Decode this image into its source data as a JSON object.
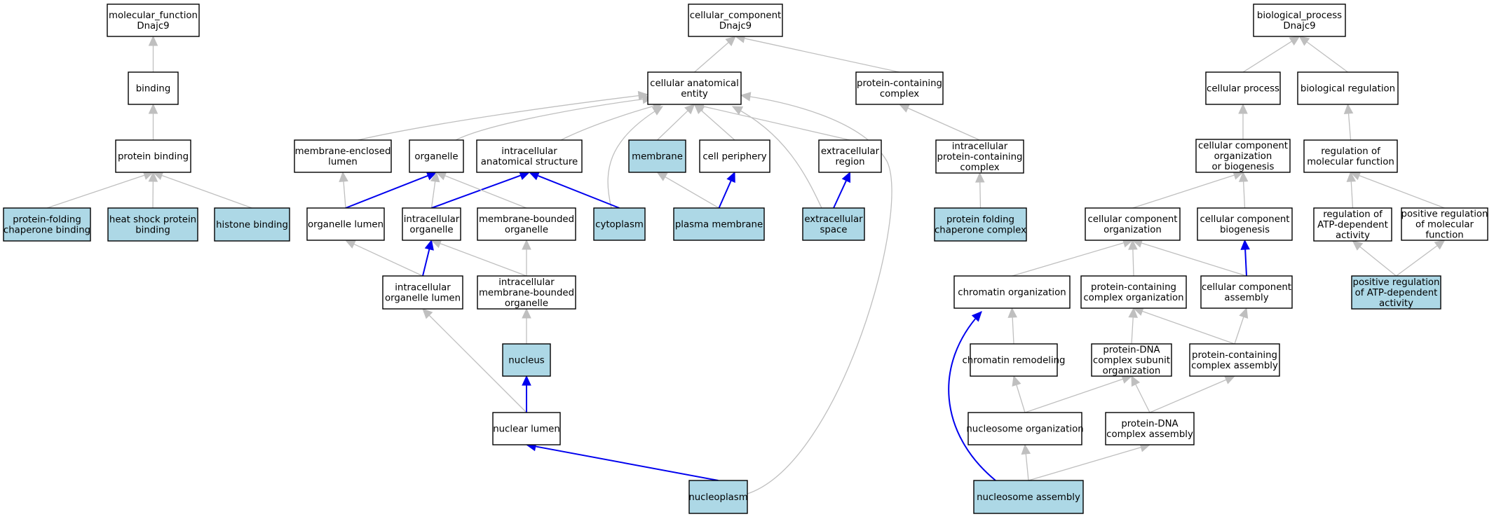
{
  "colors": {
    "annotated_fill": "#add8e6",
    "plain_fill": "#ffffff",
    "is_a_edge": "#bfbfbf",
    "part_of_edge": "#0000ee"
  },
  "nodes": {
    "mf_root": {
      "lines": [
        "molecular_function",
        "Dnajc9"
      ],
      "annotated": false
    },
    "binding": {
      "lines": [
        "binding"
      ],
      "annotated": false
    },
    "protein_binding": {
      "lines": [
        "protein binding"
      ],
      "annotated": false
    },
    "pf_chap_binding": {
      "lines": [
        "protein-folding",
        "chaperone binding"
      ],
      "annotated": true
    },
    "hsp_binding": {
      "lines": [
        "heat shock protein",
        "binding"
      ],
      "annotated": true
    },
    "histone_binding": {
      "lines": [
        "histone binding"
      ],
      "annotated": true
    },
    "cc_root": {
      "lines": [
        "cellular_component",
        "Dnajc9"
      ],
      "annotated": false
    },
    "cae": {
      "lines": [
        "cellular anatomical",
        "entity"
      ],
      "annotated": false
    },
    "pcc": {
      "lines": [
        "protein-containing",
        "complex"
      ],
      "annotated": false
    },
    "mel": {
      "lines": [
        "membrane-enclosed",
        "lumen"
      ],
      "annotated": false
    },
    "organelle": {
      "lines": [
        "organelle"
      ],
      "annotated": false
    },
    "ias": {
      "lines": [
        "intracellular",
        "anatomical structure"
      ],
      "annotated": false
    },
    "membrane": {
      "lines": [
        "membrane"
      ],
      "annotated": true
    },
    "cell_periphery": {
      "lines": [
        "cell periphery"
      ],
      "annotated": false
    },
    "ext_region": {
      "lines": [
        "extracellular",
        "region"
      ],
      "annotated": false
    },
    "ipcc": {
      "lines": [
        "intracellular",
        "protein-containing",
        "complex"
      ],
      "annotated": false
    },
    "org_lumen": {
      "lines": [
        "organelle lumen"
      ],
      "annotated": false
    },
    "intra_org": {
      "lines": [
        "intracellular",
        "organelle"
      ],
      "annotated": false
    },
    "mbo": {
      "lines": [
        "membrane-bounded",
        "organelle"
      ],
      "annotated": false
    },
    "cytoplasm": {
      "lines": [
        "cytoplasm"
      ],
      "annotated": true
    },
    "plasma_membrane": {
      "lines": [
        "plasma membrane"
      ],
      "annotated": true
    },
    "ext_space": {
      "lines": [
        "extracellular",
        "space"
      ],
      "annotated": true
    },
    "pf_chap_complex": {
      "lines": [
        "protein folding",
        "chaperone complex"
      ],
      "annotated": true
    },
    "iol": {
      "lines": [
        "intracellular",
        "organelle lumen"
      ],
      "annotated": false
    },
    "imbo": {
      "lines": [
        "intracellular",
        "membrane-bounded",
        "organelle"
      ],
      "annotated": false
    },
    "nucleus": {
      "lines": [
        "nucleus"
      ],
      "annotated": true
    },
    "nuclear_lumen": {
      "lines": [
        "nuclear lumen"
      ],
      "annotated": false
    },
    "nucleoplasm": {
      "lines": [
        "nucleoplasm"
      ],
      "annotated": true
    },
    "bp_root": {
      "lines": [
        "biological_process",
        "Dnajc9"
      ],
      "annotated": false
    },
    "cell_process": {
      "lines": [
        "cellular process"
      ],
      "annotated": false
    },
    "bio_reg": {
      "lines": [
        "biological regulation"
      ],
      "annotated": false
    },
    "ccob": {
      "lines": [
        "cellular component",
        "organization",
        "or biogenesis"
      ],
      "annotated": false
    },
    "reg_mf": {
      "lines": [
        "regulation of",
        "molecular function"
      ],
      "annotated": false
    },
    "cco": {
      "lines": [
        "cellular component",
        "organization"
      ],
      "annotated": false
    },
    "ccb": {
      "lines": [
        "cellular component",
        "biogenesis"
      ],
      "annotated": false
    },
    "reg_atp": {
      "lines": [
        "regulation of",
        "ATP-dependent",
        "activity"
      ],
      "annotated": false
    },
    "pos_reg_mf": {
      "lines": [
        "positive regulation",
        "of molecular",
        "function"
      ],
      "annotated": false
    },
    "chromatin_org": {
      "lines": [
        "chromatin organization"
      ],
      "annotated": false
    },
    "pcc_org": {
      "lines": [
        "protein-containing",
        "complex organization"
      ],
      "annotated": false
    },
    "cca": {
      "lines": [
        "cellular component",
        "assembly"
      ],
      "annotated": false
    },
    "pos_reg_atp": {
      "lines": [
        "positive regulation",
        "of ATP-dependent",
        "activity"
      ],
      "annotated": true
    },
    "chromatin_rem": {
      "lines": [
        "chromatin remodeling"
      ],
      "annotated": false
    },
    "pdna_sub_org": {
      "lines": [
        "protein-DNA",
        "complex subunit",
        "organization"
      ],
      "annotated": false
    },
    "pcc_assembly": {
      "lines": [
        "protein-containing",
        "complex assembly"
      ],
      "annotated": false
    },
    "nucleosome_org": {
      "lines": [
        "nucleosome organization"
      ],
      "annotated": false
    },
    "pdna_assembly": {
      "lines": [
        "protein-DNA",
        "complex assembly"
      ],
      "annotated": false
    },
    "nucleosome_asm": {
      "lines": [
        "nucleosome assembly"
      ],
      "annotated": true
    }
  },
  "edges": [
    {
      "from": "binding",
      "to": "mf_root",
      "type": "is_a"
    },
    {
      "from": "protein_binding",
      "to": "binding",
      "type": "is_a"
    },
    {
      "from": "pf_chap_binding",
      "to": "protein_binding",
      "type": "is_a"
    },
    {
      "from": "hsp_binding",
      "to": "protein_binding",
      "type": "is_a"
    },
    {
      "from": "histone_binding",
      "to": "protein_binding",
      "type": "is_a"
    },
    {
      "from": "cae",
      "to": "cc_root",
      "type": "is_a"
    },
    {
      "from": "pcc",
      "to": "cc_root",
      "type": "is_a"
    },
    {
      "from": "mel",
      "to": "cae",
      "type": "is_a"
    },
    {
      "from": "organelle",
      "to": "cae",
      "type": "is_a"
    },
    {
      "from": "ias",
      "to": "cae",
      "type": "is_a"
    },
    {
      "from": "membrane",
      "to": "cae",
      "type": "is_a"
    },
    {
      "from": "cell_periphery",
      "to": "cae",
      "type": "is_a"
    },
    {
      "from": "ext_region",
      "to": "cae",
      "type": "is_a"
    },
    {
      "from": "cytoplasm",
      "to": "cae",
      "type": "is_a"
    },
    {
      "from": "ext_space",
      "to": "cae",
      "type": "is_a"
    },
    {
      "from": "nucleoplasm",
      "to": "cae",
      "type": "is_a"
    },
    {
      "from": "ipcc",
      "to": "pcc",
      "type": "is_a"
    },
    {
      "from": "org_lumen",
      "to": "mel",
      "type": "is_a"
    },
    {
      "from": "org_lumen",
      "to": "organelle",
      "type": "part_of"
    },
    {
      "from": "intra_org",
      "to": "organelle",
      "type": "is_a"
    },
    {
      "from": "intra_org",
      "to": "ias",
      "type": "part_of"
    },
    {
      "from": "mbo",
      "to": "organelle",
      "type": "is_a"
    },
    {
      "from": "cytoplasm",
      "to": "ias",
      "type": "part_of"
    },
    {
      "from": "plasma_membrane",
      "to": "membrane",
      "type": "is_a"
    },
    {
      "from": "plasma_membrane",
      "to": "cell_periphery",
      "type": "part_of"
    },
    {
      "from": "ext_space",
      "to": "ext_region",
      "type": "part_of"
    },
    {
      "from": "pf_chap_complex",
      "to": "ipcc",
      "type": "is_a"
    },
    {
      "from": "iol",
      "to": "org_lumen",
      "type": "is_a"
    },
    {
      "from": "iol",
      "to": "intra_org",
      "type": "part_of"
    },
    {
      "from": "imbo",
      "to": "intra_org",
      "type": "is_a"
    },
    {
      "from": "imbo",
      "to": "mbo",
      "type": "is_a"
    },
    {
      "from": "nucleus",
      "to": "imbo",
      "type": "is_a"
    },
    {
      "from": "nuclear_lumen",
      "to": "iol",
      "type": "is_a"
    },
    {
      "from": "nuclear_lumen",
      "to": "nucleus",
      "type": "part_of"
    },
    {
      "from": "nucleoplasm",
      "to": "nuclear_lumen",
      "type": "part_of"
    },
    {
      "from": "cell_process",
      "to": "bp_root",
      "type": "is_a"
    },
    {
      "from": "bio_reg",
      "to": "bp_root",
      "type": "is_a"
    },
    {
      "from": "ccob",
      "to": "cell_process",
      "type": "is_a"
    },
    {
      "from": "reg_mf",
      "to": "bio_reg",
      "type": "is_a"
    },
    {
      "from": "cco",
      "to": "ccob",
      "type": "is_a"
    },
    {
      "from": "ccb",
      "to": "ccob",
      "type": "is_a"
    },
    {
      "from": "reg_atp",
      "to": "reg_mf",
      "type": "is_a"
    },
    {
      "from": "pos_reg_mf",
      "to": "reg_mf",
      "type": "is_a"
    },
    {
      "from": "chromatin_org",
      "to": "cco",
      "type": "is_a"
    },
    {
      "from": "pcc_org",
      "to": "cco",
      "type": "is_a"
    },
    {
      "from": "cca",
      "to": "cco",
      "type": "is_a"
    },
    {
      "from": "cca",
      "to": "ccb",
      "type": "part_of"
    },
    {
      "from": "pos_reg_atp",
      "to": "reg_atp",
      "type": "is_a"
    },
    {
      "from": "pos_reg_atp",
      "to": "pos_reg_mf",
      "type": "is_a"
    },
    {
      "from": "chromatin_rem",
      "to": "chromatin_org",
      "type": "is_a"
    },
    {
      "from": "pdna_sub_org",
      "to": "pcc_org",
      "type": "is_a"
    },
    {
      "from": "pcc_assembly",
      "to": "pcc_org",
      "type": "is_a"
    },
    {
      "from": "pcc_assembly",
      "to": "cca",
      "type": "is_a"
    },
    {
      "from": "nucleosome_org",
      "to": "chromatin_rem",
      "type": "is_a"
    },
    {
      "from": "nucleosome_org",
      "to": "pdna_sub_org",
      "type": "is_a"
    },
    {
      "from": "pdna_assembly",
      "to": "pdna_sub_org",
      "type": "is_a"
    },
    {
      "from": "pdna_assembly",
      "to": "pcc_assembly",
      "type": "is_a"
    },
    {
      "from": "nucleosome_asm",
      "to": "nucleosome_org",
      "type": "is_a"
    },
    {
      "from": "nucleosome_asm",
      "to": "pdna_assembly",
      "type": "is_a"
    },
    {
      "from": "nucleosome_asm",
      "to": "chromatin_org",
      "type": "part_of"
    }
  ]
}
